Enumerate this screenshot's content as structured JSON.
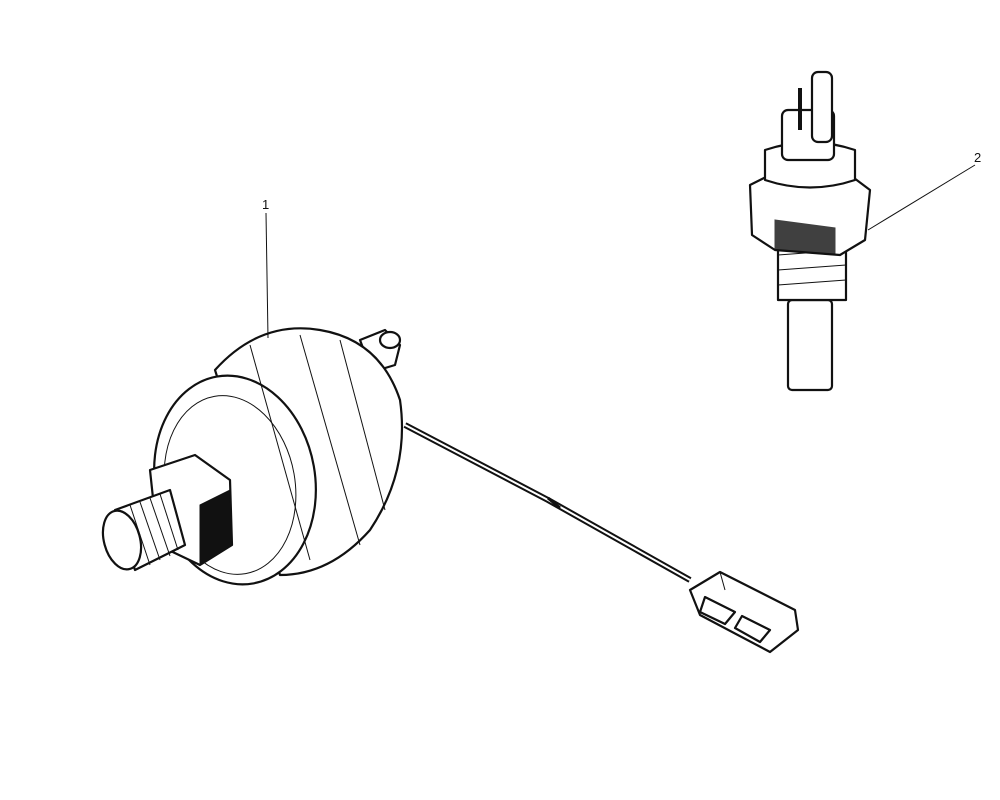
{
  "diagram": {
    "callouts": [
      {
        "label": "1",
        "part": "pressure-sender-with-lead"
      },
      {
        "label": "2",
        "part": "temperature-sender"
      }
    ],
    "line_color": "#111111",
    "background": "#ffffff"
  }
}
